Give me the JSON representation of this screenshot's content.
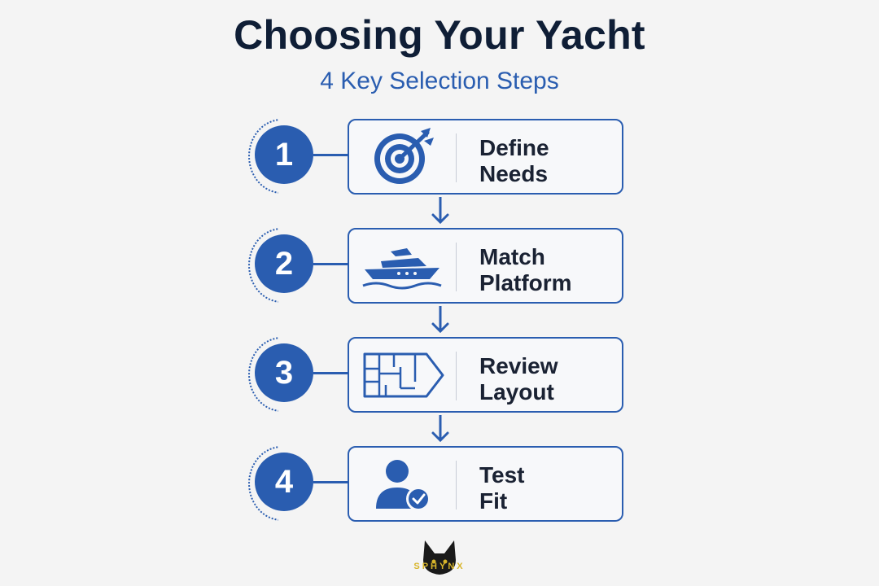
{
  "header": {
    "title": "Choosing Your Yacht",
    "subtitle": "4 Key Selection Steps"
  },
  "colors": {
    "accent": "#2a5db0",
    "title": "#0f1e36",
    "background": "#f4f4f4"
  },
  "steps": [
    {
      "number": "1",
      "line1": "Define",
      "line2": "Needs",
      "icon": "target-icon"
    },
    {
      "number": "2",
      "line1": "Match",
      "line2": "Platform",
      "icon": "yacht-icon"
    },
    {
      "number": "3",
      "line1": "Review",
      "line2": "Layout",
      "icon": "floorplan-icon"
    },
    {
      "number": "4",
      "line1": "Test",
      "line2": "Fit",
      "icon": "user-check-icon"
    }
  ],
  "brand": {
    "name": "SPHYNX"
  }
}
